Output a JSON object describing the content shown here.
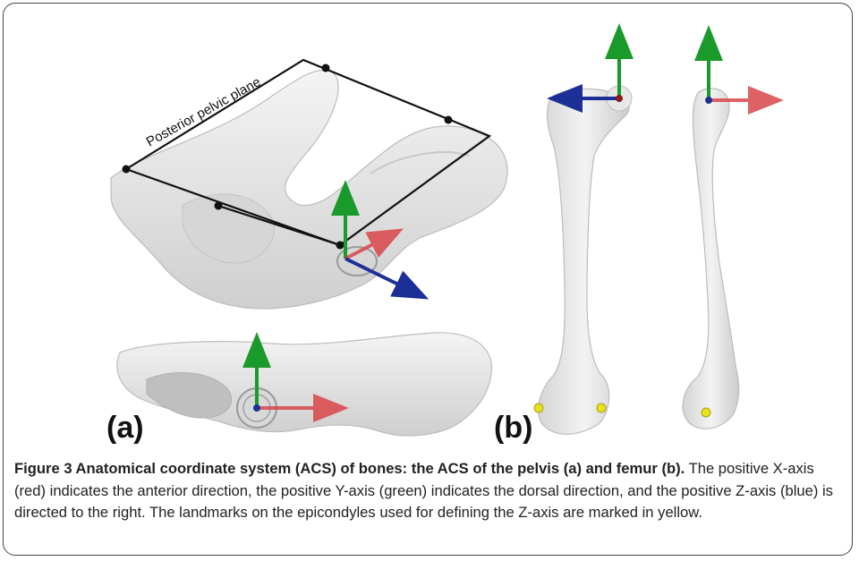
{
  "figure": {
    "plane_label": "Posterior pelvic plane",
    "panel_a_label": "(a)",
    "panel_b_label": "(b)",
    "axis_colors": {
      "x_axis": "#d9464a",
      "y_axis": "#1a9a2a",
      "z_axis": "#1c2f96"
    },
    "landmark_color": "#e6e21e",
    "bone_color": "#e2e2e2"
  },
  "caption": {
    "title": "Figure 3 Anatomical coordinate system (ACS) of bones: the ACS of the pelvis (a) and femur (b).",
    "body": " The positive X-axis (red) indicates the anterior direction, the positive Y-axis (green) indicates the dorsal direction, and the positive Z-axis (blue) is directed to the right. The landmarks on the epicondyles used for defining the Z-axis are marked in yellow."
  }
}
